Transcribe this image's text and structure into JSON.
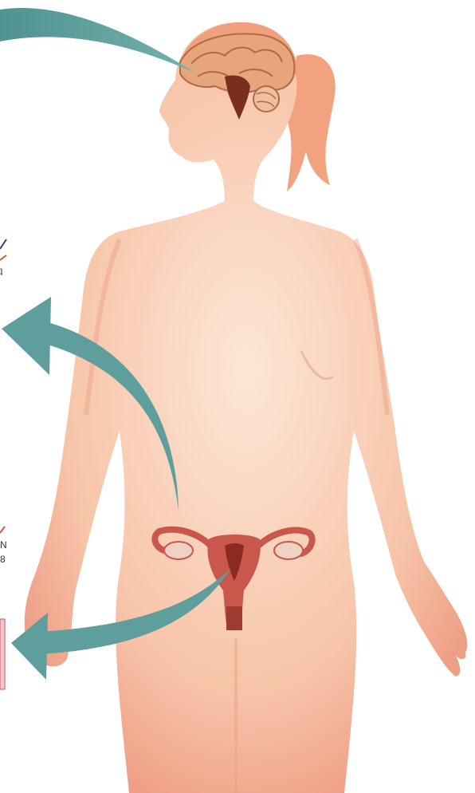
{
  "figure": {
    "subject": "female-body-reproductive-diagram",
    "colors": {
      "skin": "#f6c2a6",
      "skin_shadow": "#ec9f85",
      "hair": "#f3a781",
      "brain": "#e2a278",
      "brain_stem": "#7a2e1c",
      "uterus": "#c9574c",
      "arrow": "#5e9e9c"
    }
  },
  "edge_marks": {
    "left_mark_1": "ʇ",
    "left_mark_2": "N",
    "left_mark_3": "8"
  }
}
